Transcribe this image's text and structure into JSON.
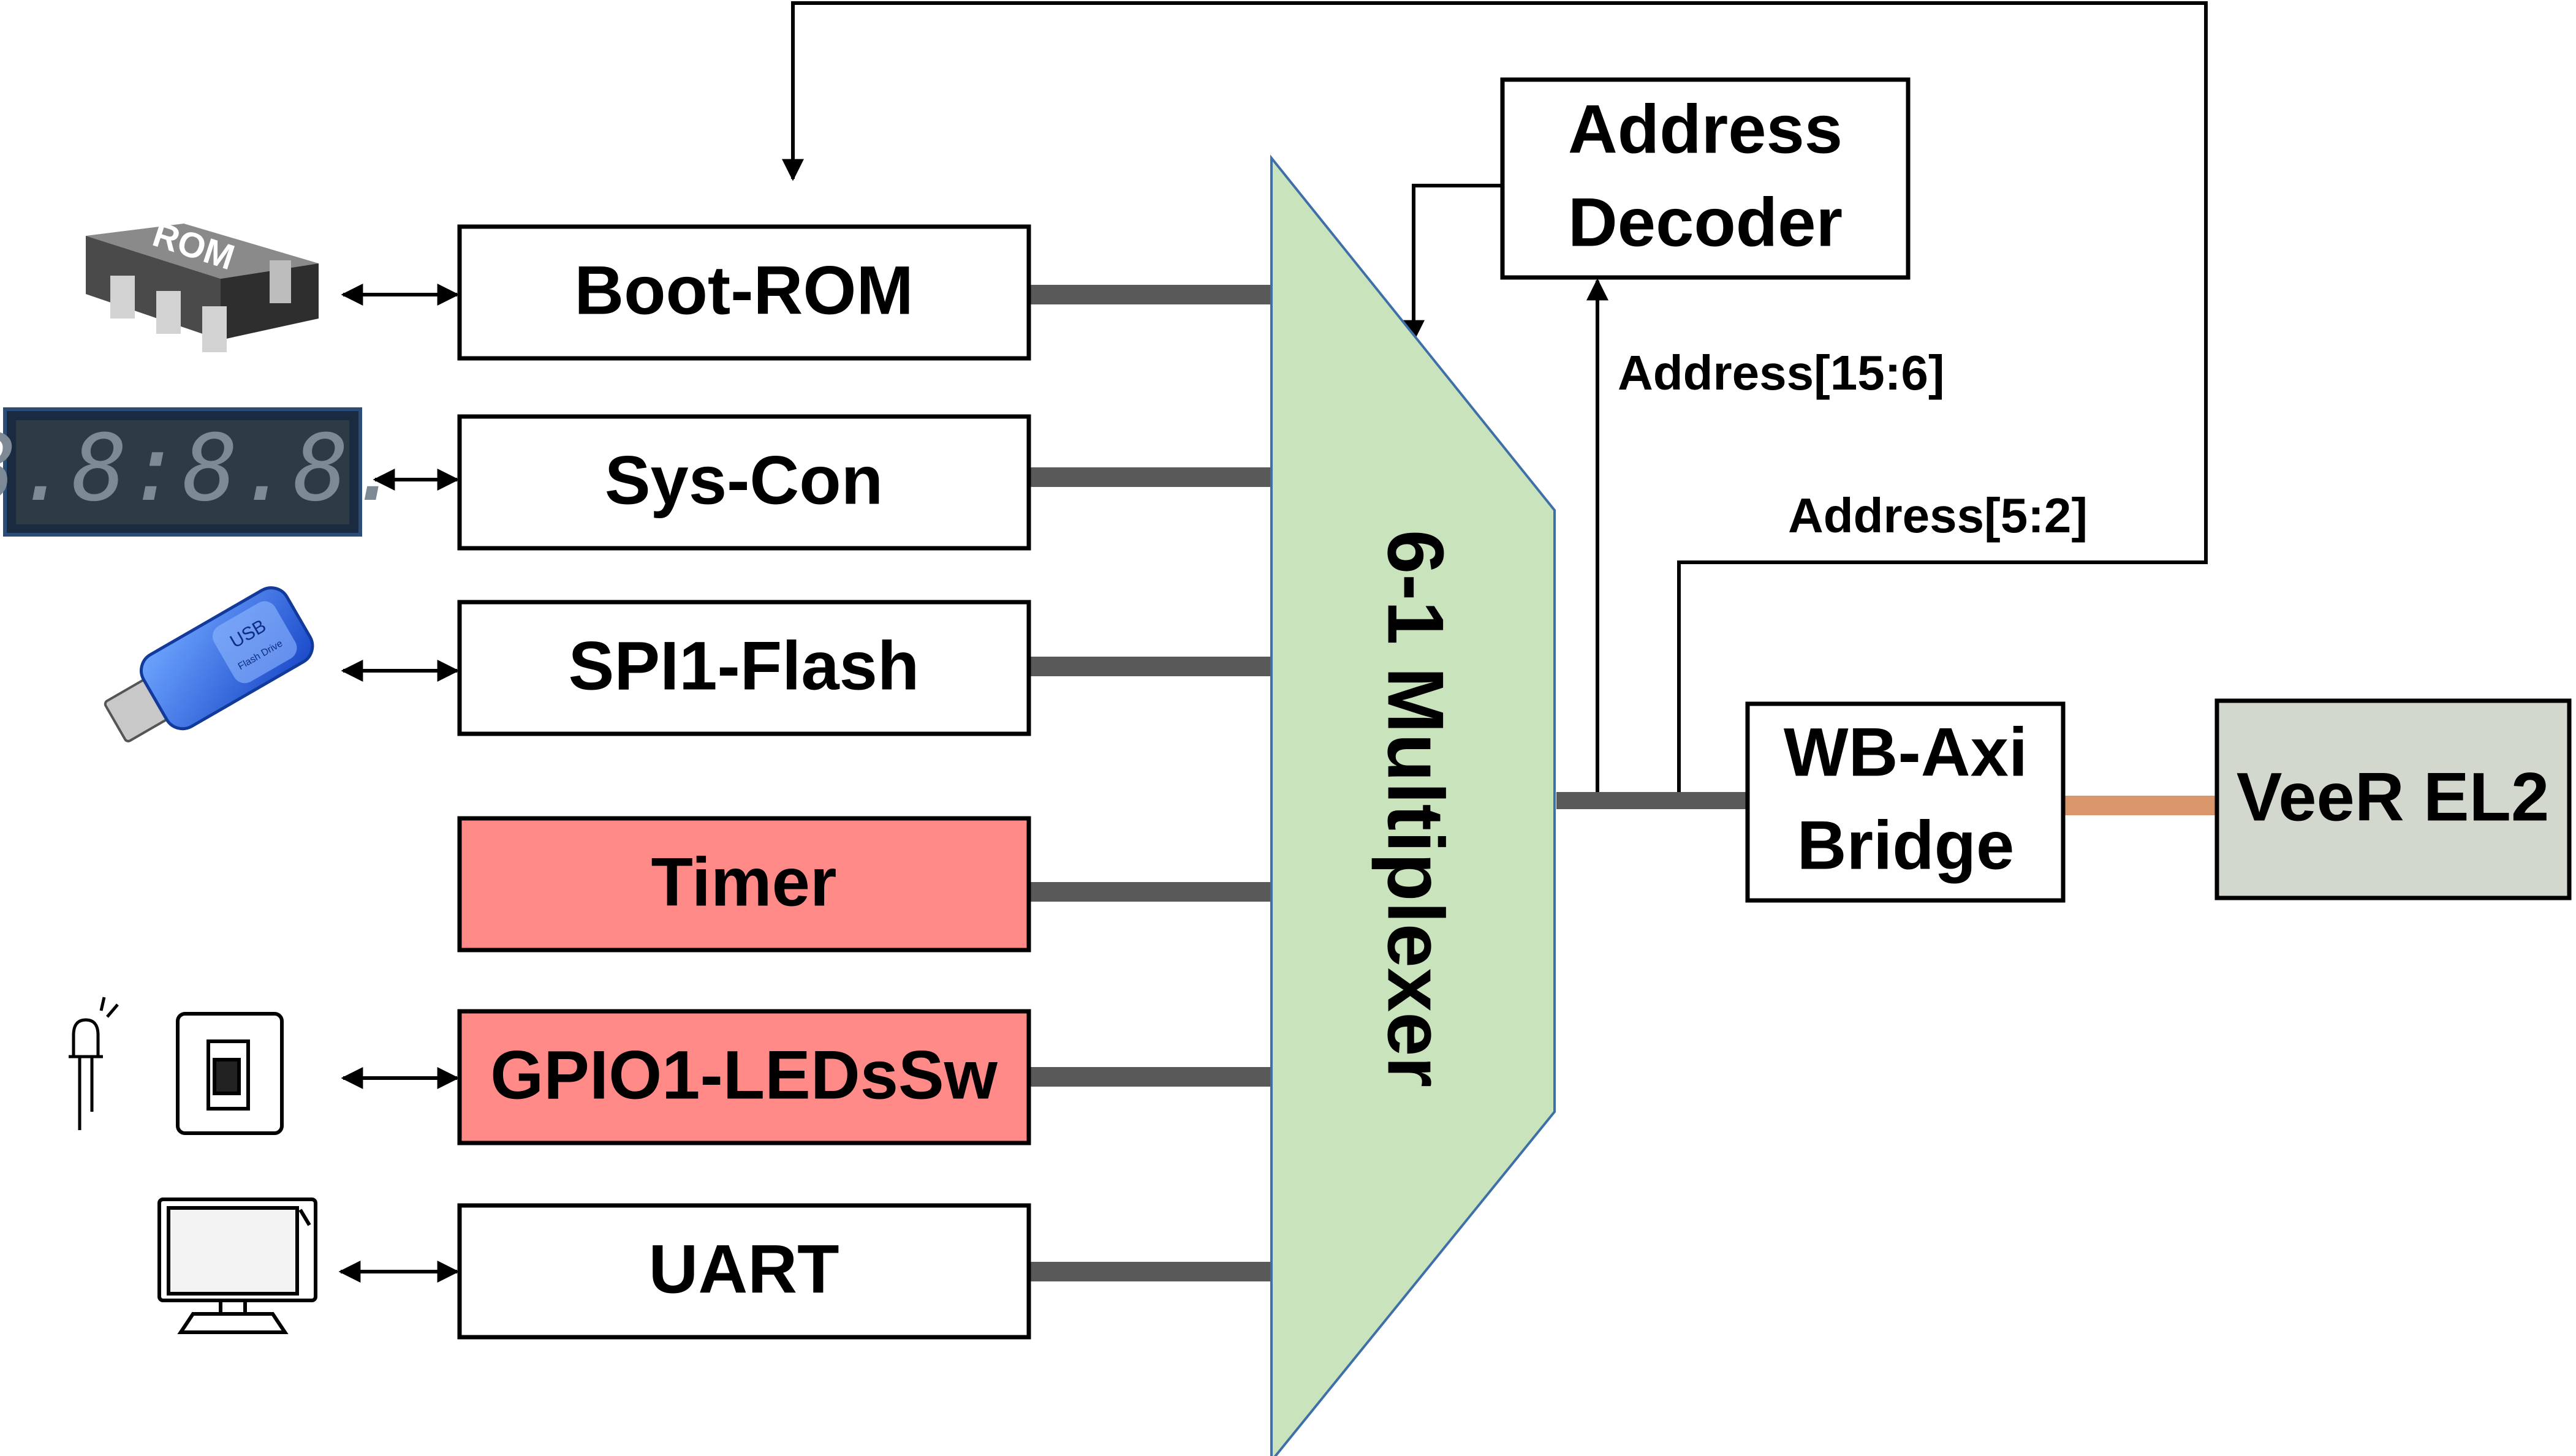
{
  "blocks": {
    "boot_rom": "Boot-ROM",
    "sys_con": "Sys-Con",
    "spi1_flash": "SPI1-Flash",
    "timer": "Timer",
    "gpio1": "GPIO1-LEDsSw",
    "uart": "UART",
    "address_decoder_line1": "Address",
    "address_decoder_line2": "Decoder",
    "wb_axi_line1": "WB-Axi",
    "wb_axi_line2": "Bridge",
    "veer": "VeeR EL2"
  },
  "multiplexer": {
    "label": "6-1 Multiplexer"
  },
  "signals": {
    "addr_high": "Address[15:6]",
    "addr_low": "Address[5:2]"
  },
  "icons": {
    "rom_chip_label": "ROM",
    "seven_seg_display": "8.8:8.8.",
    "usb_label": "USB",
    "usb_sub": "Flash Drive"
  },
  "colors": {
    "highlight_block": "#ff8a87",
    "mux_fill": "#c9e3bd",
    "mux_stroke": "#3e6fa8",
    "veer_fill": "#d3d8ce",
    "bus_gray": "#595959",
    "axi_link": "#d9966a"
  }
}
